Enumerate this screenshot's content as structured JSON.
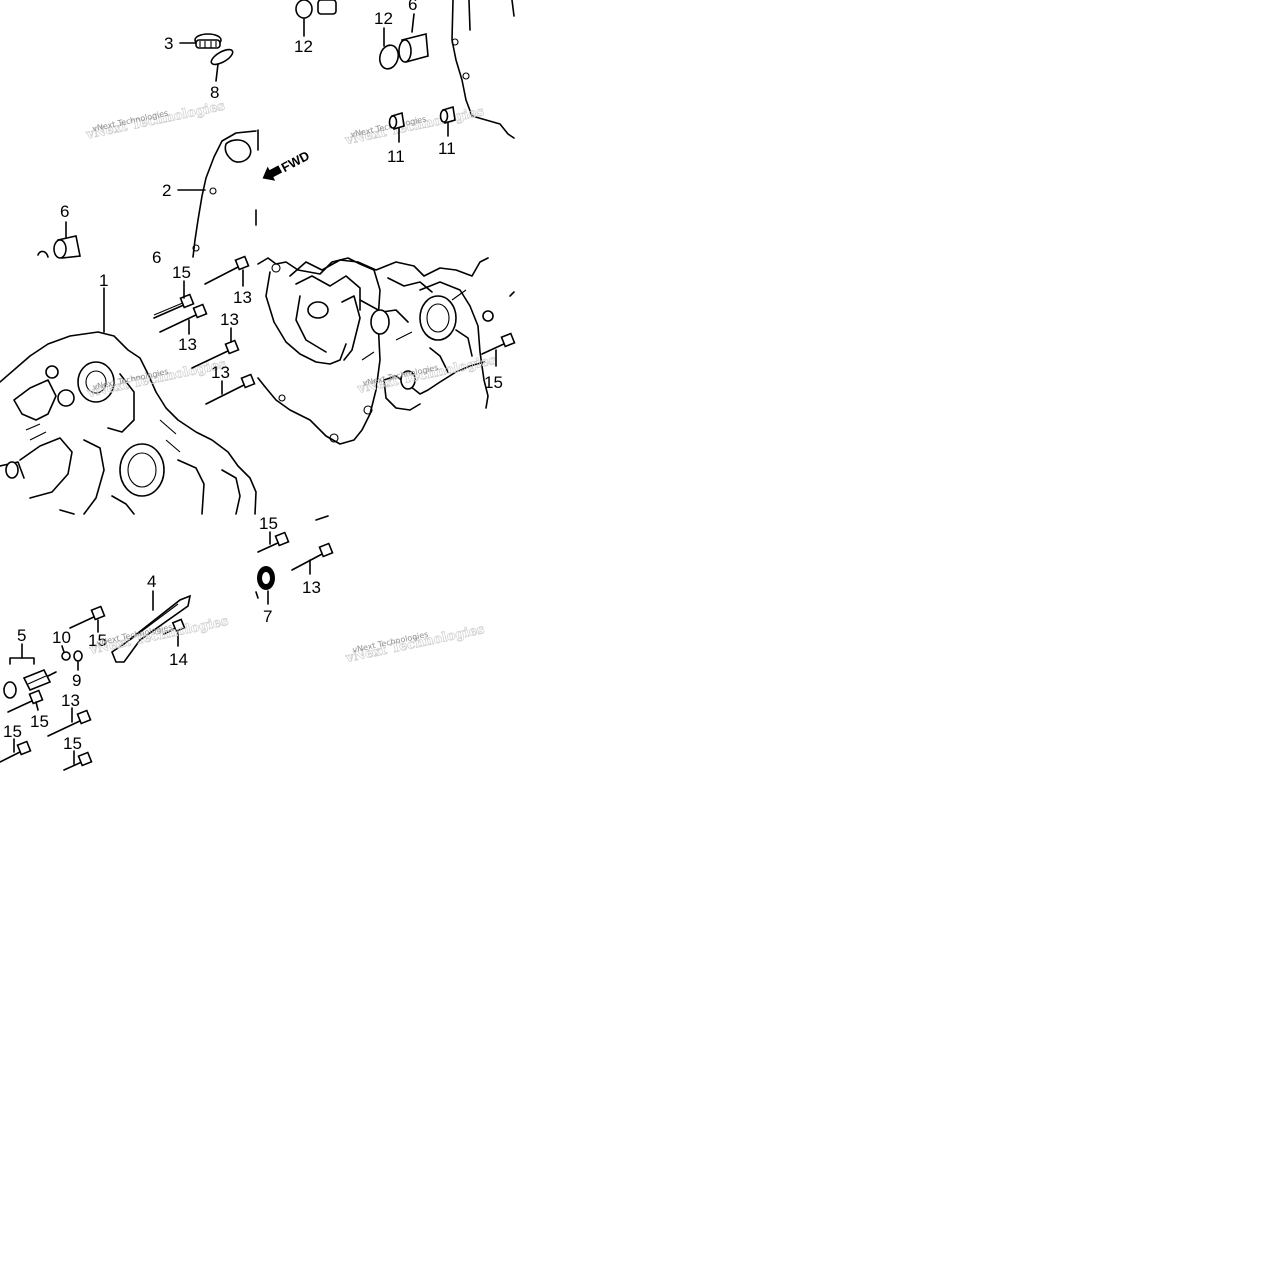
{
  "diagram": {
    "callouts": {
      "c1": "1",
      "c2": "2",
      "c3": "3",
      "c4": "4",
      "c5": "5",
      "c6a": "6",
      "c6b": "6",
      "c6c": "6",
      "c7": "7",
      "c8": "8",
      "c9": "9",
      "c10": "10",
      "c11a": "11",
      "c11b": "11",
      "c12a": "12",
      "c12b": "12",
      "c13a": "13",
      "c13b": "13",
      "c13c": "13",
      "c13d": "13",
      "c13e": "13",
      "c13f": "13",
      "c14": "14",
      "c15a": "15",
      "c15b": "15",
      "c15c": "15",
      "c15d": "15",
      "c15e": "15",
      "c15f": "15"
    },
    "direction_label": "FWD",
    "watermark": "vNext Technologies"
  }
}
